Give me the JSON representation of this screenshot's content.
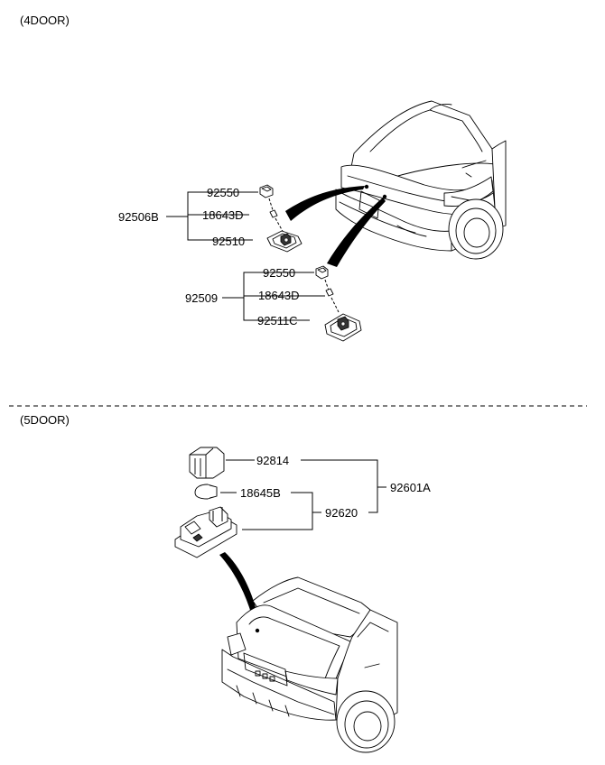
{
  "sections": {
    "four_door": {
      "title": "(4DOOR)",
      "upper_assembly": {
        "assembly": "92506B",
        "parts": [
          "92550",
          "18643D",
          "92510"
        ]
      },
      "lower_assembly": {
        "assembly": "92509",
        "parts": [
          "92550",
          "18643D",
          "92511C"
        ]
      }
    },
    "five_door": {
      "title": "(5DOOR)",
      "assembly": "92601A",
      "lens": "92814",
      "bulb": "18645B",
      "housing": "92620"
    }
  }
}
